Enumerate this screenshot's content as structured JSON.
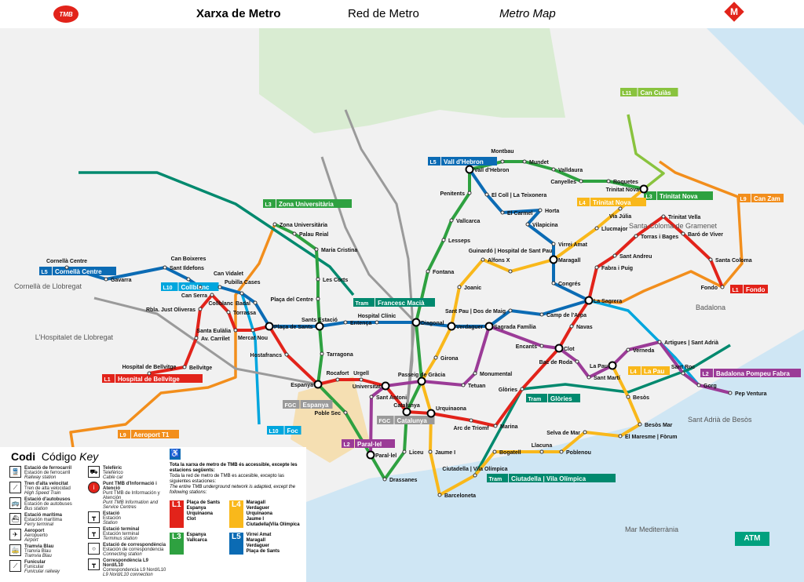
{
  "header": {
    "logo": "TMB",
    "title_ca": "Xarxa de Metro",
    "title_es": "Red de Metro",
    "title_en": "Metro Map",
    "logo_m": "M"
  },
  "colors": {
    "L1": "#e2231a",
    "L2": "#9b3b97",
    "L3": "#2ea140",
    "L4": "#f9b81b",
    "L5": "#0b6bb4",
    "L9": "#f28e1c",
    "L10": "#00a6de",
    "L11": "#89c33e",
    "FGC": "#9a9a9a",
    "Tram": "#00896e",
    "sea": "#cfe6f4",
    "park": "#d9ecd2"
  },
  "stations": [
    "Hospital de Bellvitge",
    "Bellvitge",
    "Av. Carrilet",
    "Rbla. Just Oliveras",
    "Can Serra",
    "Torrassa",
    "Santa Eulàlia",
    "Mercat Nou",
    "Plaça de Sants",
    "Hostafrancs",
    "Espanya",
    "Rocafort",
    "Urgell",
    "Universitat",
    "Catalunya",
    "Urquinaona",
    "Arc de Triomf",
    "Marina",
    "Glòries",
    "Clot",
    "Navas",
    "La Sagrera",
    "Fabra i Puig",
    "Sant Andreu",
    "Torras i Bages",
    "Trinitat Vella",
    "Baró de Viver",
    "Santa Coloma",
    "Fondo",
    "Zona Universitària",
    "Palau Reial",
    "Maria Cristina",
    "Les Corts",
    "Plaça del Centre",
    "Sants Estació",
    "Tarragona",
    "Poble Sec",
    "Paral·lel",
    "Drassanes",
    "Liceu",
    "Passeig de Gràcia",
    "Diagonal",
    "Fontana",
    "Lesseps",
    "Vallcarca",
    "Penitents",
    "Vall d'Hebron",
    "Montbau",
    "Mundet",
    "Valldaura",
    "Canyelles",
    "Roquetes",
    "Trinitat Nova",
    "Cornellà Centre",
    "Gavarra",
    "Sant Ildefons",
    "Can Boixeres",
    "Can Vidalet",
    "Pubilla Cases",
    "Collblanc",
    "Badal",
    "Entença",
    "Hospital Clínic",
    "Verdaguer",
    "Sagrada Família",
    "Sant Pau | Dos de Maig",
    "Camp de l'Arpa",
    "Congrés",
    "Maragall",
    "Virrei Amat",
    "Vilapicina",
    "Horta",
    "El Carmel",
    "El Coll | La Teixonera",
    "Via Júlia",
    "Llucmajor",
    "Guinardó | Hospital de Sant Pau",
    "Alfons X",
    "Joanic",
    "Girona",
    "Jaume I",
    "Barceloneta",
    "Ciutadella | Vila Olímpica",
    "Bogatell",
    "Llacuna",
    "Poblenou",
    "Selva de Mar",
    "El Maresme | Fòrum",
    "Besòs Mar",
    "Besòs",
    "La Pau",
    "Sant Antoni",
    "Tetuan",
    "Monumental",
    "Encants",
    "Bac de Roda",
    "Sant Martí",
    "Verneda",
    "Artigues | Sant Adrià",
    "Sant Roc",
    "Gorg",
    "Pep Ventura"
  ],
  "places": [
    "Cornellà de Llobregat",
    "L'Hospitalet de Llobregat",
    "Santa Coloma de Gramenet",
    "Badalona",
    "Sant Adrià de Besòs",
    "Mar Mediterrània"
  ],
  "line_badges": [
    {
      "line": "L1",
      "text": "Hospital de Bellvitge"
    },
    {
      "line": "L1",
      "text": "Fondo"
    },
    {
      "line": "L3",
      "text": "Zona Universitària"
    },
    {
      "line": "L3",
      "text": "Trinitat Nova"
    },
    {
      "line": "L5",
      "text": "Cornellà Centre"
    },
    {
      "line": "L5",
      "text": "Vall d'Hebron"
    },
    {
      "line": "L4",
      "text": "La Pau"
    },
    {
      "line": "L4",
      "text": "Trinitat Nova"
    },
    {
      "line": "L2",
      "text": "Paral·lel"
    },
    {
      "line": "L2",
      "text": "Badalona Pompeu Fabra"
    },
    {
      "line": "L9",
      "text": "Aeroport T1"
    },
    {
      "line": "L9",
      "text": "Can Zam"
    },
    {
      "line": "L10",
      "text": "Foc"
    },
    {
      "line": "L10",
      "text": "Collblanc"
    },
    {
      "line": "L11",
      "text": "Can Cuiàs"
    },
    {
      "line": "Tram",
      "text": "Francesc Macià"
    },
    {
      "line": "Tram",
      "text": "Glòries"
    },
    {
      "line": "Tram",
      "text": "Ciutadella | Vila Olímpica"
    },
    {
      "line": "FGC",
      "text": "Catalunya"
    },
    {
      "line": "FGC",
      "text": "Espanya"
    }
  ],
  "legend": {
    "title": [
      "Codi",
      "Código",
      "Key"
    ],
    "items": [
      {
        "ca": "Estació de ferrocarril",
        "es": "Estación de ferrocarril",
        "en": "Railway station",
        "icon": "train-icon"
      },
      {
        "ca": "Tren d'alta velocitat",
        "es": "Tren de alta velocidad",
        "en": "High Speed Train",
        "icon": "high-speed-train-icon"
      },
      {
        "ca": "Estació d'autobusos",
        "es": "Estación de autobuses",
        "en": "Bus station",
        "icon": "bus-icon"
      },
      {
        "ca": "Estació marítima",
        "es": "Estación marítima",
        "en": "Ferry terminal",
        "icon": "ferry-icon"
      },
      {
        "ca": "Aeroport",
        "es": "Aeropuerto",
        "en": "Airport",
        "icon": "airplane-icon"
      },
      {
        "ca": "Tramvia Blau",
        "es": "Tranvía Blau",
        "en": "Tramvia Blau",
        "icon": "tram-icon"
      },
      {
        "ca": "Funicular",
        "es": "Funicular",
        "en": "Funicular railway",
        "icon": "funicular-icon"
      },
      {
        "ca": "Telefèric",
        "es": "Teleférico",
        "en": "Cable car",
        "icon": "cable-car-icon"
      },
      {
        "ca": "Punt TMB d'Informació i Atenció",
        "es": "Punt TMB de Información y Atención",
        "en": "Punt TMB Information and Service Centres",
        "icon": "info-icon"
      },
      {
        "ca": "Estació",
        "es": "Estación",
        "en": "Station",
        "icon": "station-tick-icon"
      },
      {
        "ca": "Estació terminal",
        "es": "Estación terminal",
        "en": "Terminus station",
        "icon": "terminus-icon"
      },
      {
        "ca": "Estació de correspondència",
        "es": "Estación de correspondencia",
        "en": "Connecting station",
        "icon": "interchange-circle-icon"
      },
      {
        "ca": "Correspondència L9 Nord/L10",
        "es": "Correspondencia L9 Nord/L10",
        "en": "L9 Nord/L10 connection",
        "icon": "l9-l10-connection-icon"
      }
    ]
  },
  "accessibility": {
    "icon": "wheelchair-icon",
    "ca": "Tota la xarxa de metro de TMB és accessible, excepte les estacions següents:",
    "es": "Toda la red de metro de TMB es accesible, excepto las siguientes estaciones:",
    "en": "The entire TMB underground network is adapted, except the following stations:",
    "groups": [
      {
        "line": "L1",
        "stations": "Plaça de Sants\nEspanya\nUrquinaona\nClot"
      },
      {
        "line": "L4",
        "stations": "Maragall\nVerdaguer\nUrquinaona\nJaume I\nCiutadella|Vila Olímpica"
      },
      {
        "line": "L3",
        "stations": "Espanya\nVallcarca"
      },
      {
        "line": "L5",
        "stations": "Virrei Amat\nMaragall\nVerdaguer\nPlaça de Sants"
      }
    ]
  },
  "atm_logo": "ATM"
}
